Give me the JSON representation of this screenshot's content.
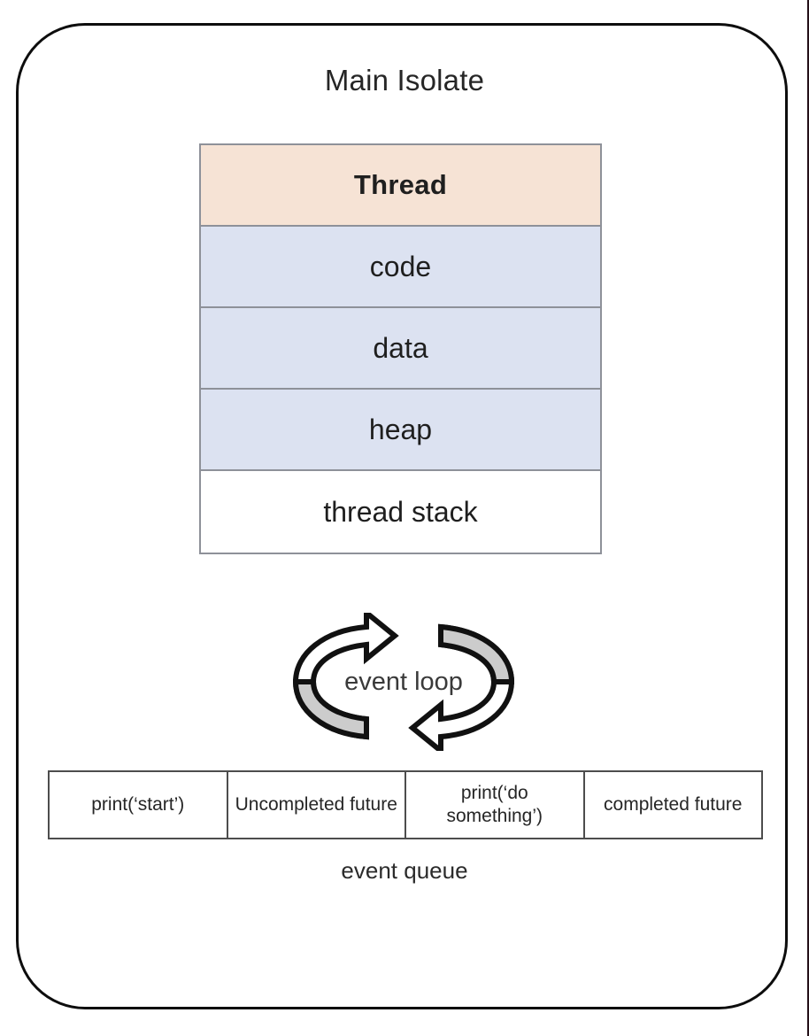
{
  "diagram": {
    "title": "Main Isolate",
    "colors": {
      "thread_header_bg": "#f6e3d5",
      "memory_row_bg": "#dce2f1",
      "stack_row_bg": "#ffffff",
      "table_border": "#8e9199",
      "outline": "#0d0d0d",
      "arrow_fill": "#cccccc",
      "arrow_stroke": "#111111"
    },
    "thread_table": {
      "rows": [
        {
          "label": "Thread",
          "kind": "header"
        },
        {
          "label": "code",
          "kind": "memory"
        },
        {
          "label": "data",
          "kind": "memory"
        },
        {
          "label": "heap",
          "kind": "memory"
        },
        {
          "label": "thread stack",
          "kind": "stack"
        }
      ]
    },
    "event_loop": {
      "label": "event loop",
      "icon": "circular-arrows-icon"
    },
    "event_queue": {
      "label": "event queue",
      "cells": [
        "print(‘start’)",
        "Uncompleted future",
        "print(‘do something’)",
        "completed future"
      ]
    }
  }
}
